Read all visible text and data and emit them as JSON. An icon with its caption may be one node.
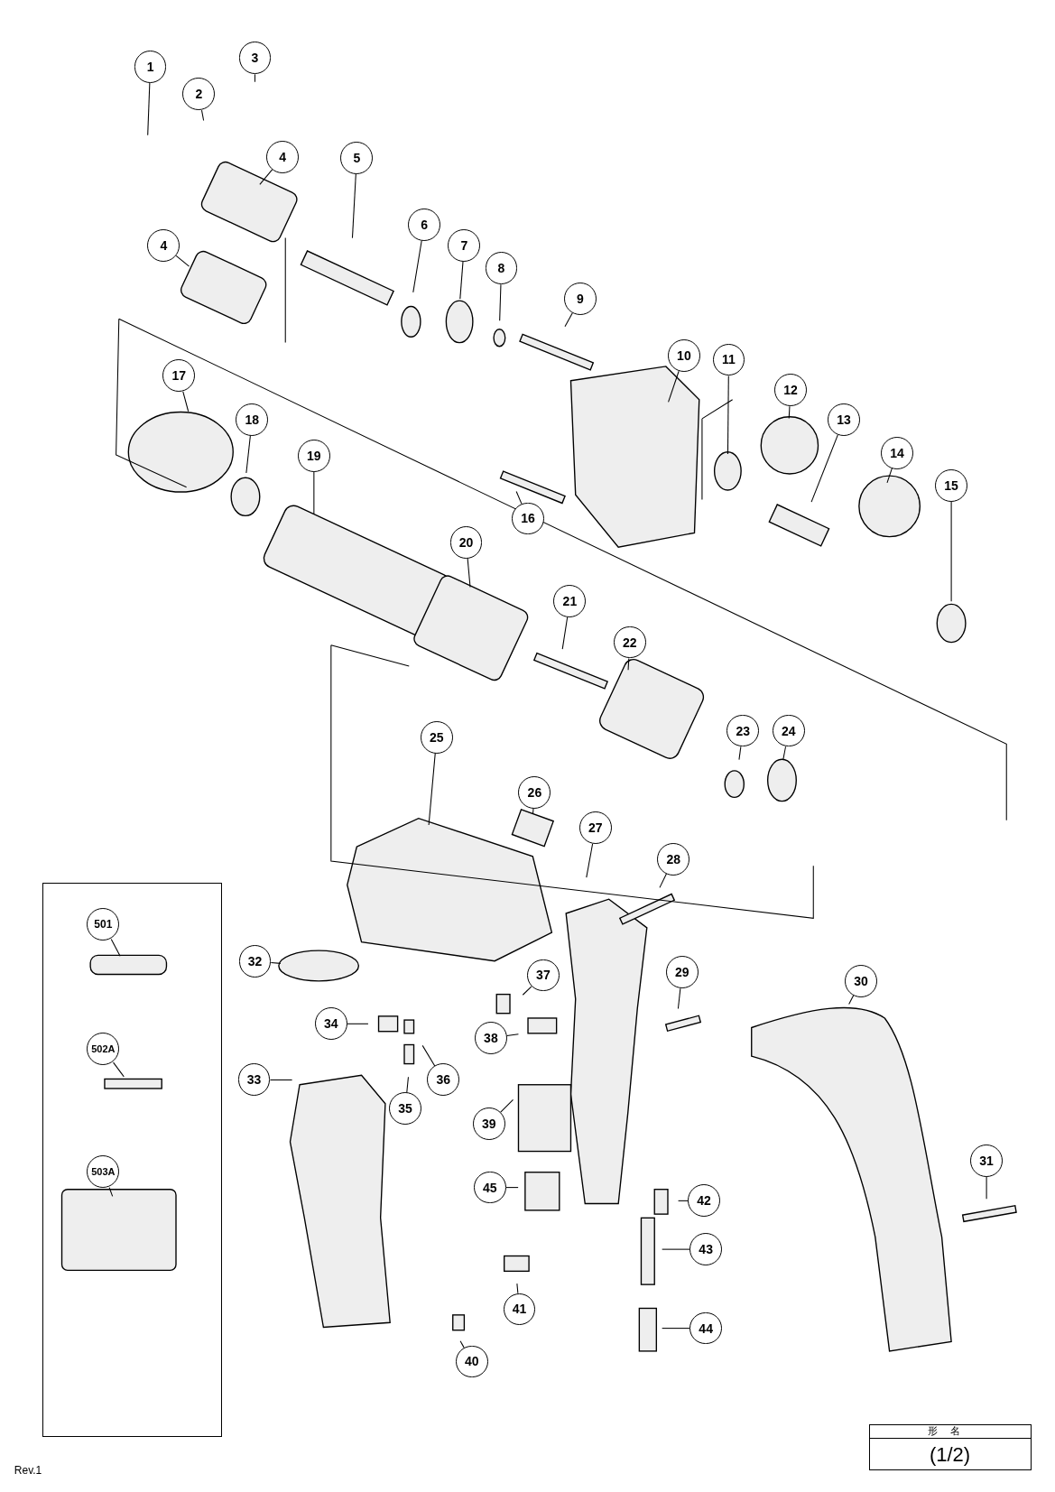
{
  "diagram": {
    "nodes": [
      {
        "text": [],
        "shape": "box"
      },
      {
        "text": [
          "1"
        ]
      },
      {
        "text": [
          "2"
        ]
      },
      {
        "text": [
          "3"
        ]
      },
      {
        "text": [
          "4"
        ]
      },
      {
        "text": [
          "4"
        ]
      },
      {
        "text": [
          "5"
        ]
      },
      {
        "text": [
          "6"
        ]
      },
      {
        "text": [
          "7"
        ]
      },
      {
        "text": [
          "8"
        ]
      },
      {
        "text": [
          "9"
        ]
      },
      {
        "text": [
          "10"
        ]
      },
      {
        "text": [
          "11"
        ]
      },
      {
        "text": [
          "12"
        ]
      },
      {
        "text": [
          "13"
        ]
      },
      {
        "text": [
          "14"
        ]
      },
      {
        "text": [
          "15"
        ]
      },
      {
        "text": [
          "16"
        ]
      },
      {
        "text": [
          "17"
        ]
      },
      {
        "text": [
          "18"
        ]
      },
      {
        "text": [
          "19"
        ]
      },
      {
        "text": [
          "20"
        ]
      },
      {
        "text": [
          "21"
        ]
      },
      {
        "text": [
          "22"
        ]
      },
      {
        "text": [
          "23"
        ]
      },
      {
        "text": [
          "24"
        ]
      },
      {
        "text": [
          "25"
        ]
      },
      {
        "text": [
          "26"
        ]
      },
      {
        "text": [
          "27"
        ]
      },
      {
        "text": [
          "28"
        ]
      },
      {
        "text": [
          "29"
        ]
      },
      {
        "text": [
          "30"
        ]
      },
      {
        "text": [
          "31"
        ]
      },
      {
        "text": [
          "32"
        ]
      },
      {
        "text": [
          "33"
        ]
      },
      {
        "text": [
          "34"
        ]
      },
      {
        "text": [
          "35"
        ]
      },
      {
        "text": [
          "36"
        ]
      },
      {
        "text": [
          "37"
        ]
      },
      {
        "text": [
          "38"
        ]
      },
      {
        "text": [
          "39"
        ]
      },
      {
        "text": [
          "40"
        ]
      },
      {
        "text": [
          "41"
        ]
      },
      {
        "text": [
          "42"
        ]
      },
      {
        "text": [
          "43"
        ]
      },
      {
        "text": [
          "44"
        ]
      },
      {
        "text": [
          "45"
        ]
      },
      {
        "text": [
          "501"
        ],
        "in": 0
      },
      {
        "text": [
          "502A"
        ],
        "in": 0
      },
      {
        "text": [
          "503A"
        ],
        "in": 0
      }
    ],
    "edges": [
      {
        "from": 1,
        "to": null,
        "arrow": "none"
      },
      {
        "from": 2,
        "to": null,
        "arrow": "none"
      },
      {
        "from": 3,
        "to": null,
        "arrow": "none"
      },
      {
        "from": 4,
        "to": null,
        "arrow": "none"
      },
      {
        "from": 5,
        "to": null,
        "arrow": "none"
      },
      {
        "from": 6,
        "to": null,
        "arrow": "none"
      },
      {
        "from": 7,
        "to": null,
        "arrow": "none"
      },
      {
        "from": 8,
        "to": null,
        "arrow": "none"
      },
      {
        "from": 9,
        "to": null,
        "arrow": "none"
      },
      {
        "from": 10,
        "to": null,
        "arrow": "none"
      },
      {
        "from": 11,
        "to": null,
        "arrow": "none"
      },
      {
        "from": 12,
        "to": null,
        "arrow": "none"
      },
      {
        "from": 13,
        "to": null,
        "arrow": "none"
      },
      {
        "from": 14,
        "to": null,
        "arrow": "none"
      },
      {
        "from": 15,
        "to": null,
        "arrow": "none"
      },
      {
        "from": 16,
        "to": null,
        "arrow": "none"
      },
      {
        "from": 17,
        "to": null,
        "arrow": "none"
      },
      {
        "from": 18,
        "to": null,
        "arrow": "none"
      },
      {
        "from": 19,
        "to": null,
        "arrow": "none"
      },
      {
        "from": 20,
        "to": null,
        "arrow": "none"
      },
      {
        "from": 21,
        "to": null,
        "arrow": "none"
      },
      {
        "from": 22,
        "to": null,
        "arrow": "none"
      },
      {
        "from": 23,
        "to": null,
        "arrow": "none"
      },
      {
        "from": 24,
        "to": null,
        "arrow": "none"
      },
      {
        "from": 25,
        "to": null,
        "arrow": "none"
      },
      {
        "from": 26,
        "to": null,
        "arrow": "none"
      },
      {
        "from": 27,
        "to": null,
        "arrow": "none"
      },
      {
        "from": 28,
        "to": null,
        "arrow": "none"
      },
      {
        "from": 29,
        "to": null,
        "arrow": "none"
      },
      {
        "from": 30,
        "to": null,
        "arrow": "none"
      },
      {
        "from": 31,
        "to": null,
        "arrow": "none"
      },
      {
        "from": 32,
        "to": null,
        "arrow": "none"
      },
      {
        "from": 33,
        "to": null,
        "arrow": "none"
      },
      {
        "from": 34,
        "to": null,
        "arrow": "none"
      },
      {
        "from": 35,
        "to": null,
        "arrow": "none"
      },
      {
        "from": 36,
        "to": null,
        "arrow": "none"
      },
      {
        "from": 37,
        "to": null,
        "arrow": "none"
      },
      {
        "from": 38,
        "to": null,
        "arrow": "none"
      },
      {
        "from": 39,
        "to": null,
        "arrow": "none"
      },
      {
        "from": 40,
        "to": null,
        "arrow": "none"
      },
      {
        "from": 41,
        "to": null,
        "arrow": "none"
      },
      {
        "from": 42,
        "to": null,
        "arrow": "none"
      },
      {
        "from": 43,
        "to": null,
        "arrow": "none"
      },
      {
        "from": 44,
        "to": null,
        "arrow": "none"
      },
      {
        "from": 45,
        "to": null,
        "arrow": "none"
      },
      {
        "from": 46,
        "to": null,
        "arrow": "none"
      },
      {
        "from": 47,
        "to": null,
        "arrow": "none"
      },
      {
        "from": 48,
        "to": null,
        "arrow": "none"
      },
      {
        "from": 49,
        "to": null,
        "arrow": "none"
      }
    ],
    "labels": [
      "形名",
      "(1/2)",
      "Rev.1"
    ]
  }
}
